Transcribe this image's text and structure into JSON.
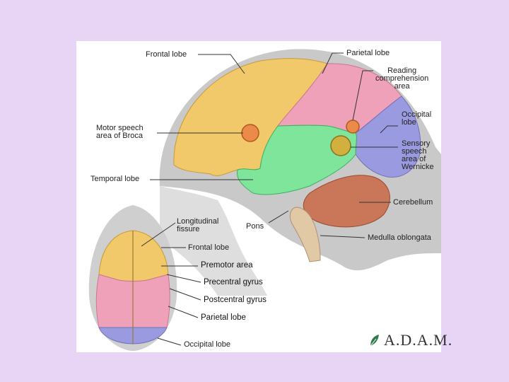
{
  "labels": {
    "frontal_lobe": "Frontal lobe",
    "parietal_lobe": "Parietal lobe",
    "reading_area": "Reading\ncomprehension\narea",
    "occipital_lobe": "Occipital\nlobe",
    "motor_speech": "Motor speech\narea of Broca",
    "sensory_speech": "Sensory\nspeech\narea of\nWernicke",
    "temporal_lobe": "Temporal lobe",
    "cerebellum": "Cerebellum",
    "pons": "Pons",
    "medulla": "Medulla oblongata",
    "longitudinal_fissure": "Longitudinal\nfissure",
    "top_frontal_lobe": "Frontal lobe",
    "premotor_area": "Premotor area",
    "precentral_gyrus": "Precentral gyrus",
    "postcentral_gyrus": "Postcentral gyrus",
    "top_parietal_lobe": "Parietal lobe",
    "top_occipital_lobe": "Occipital lobe"
  },
  "brand": {
    "logo_text": "A.D.A.M.",
    "icon": "leaf-logo-icon"
  },
  "colors": {
    "background": "#e8d4f4",
    "frontal": "#f1c96a",
    "parietal": "#eea1b8",
    "temporal": "#7fe59a",
    "occipital": "#9a9ae0",
    "cerebellum": "#c97758",
    "marker": "#ec8a4a"
  }
}
